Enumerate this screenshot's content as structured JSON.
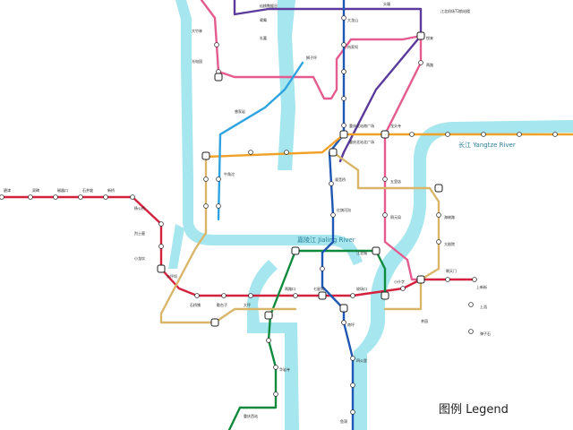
{
  "rivers": [
    {
      "name": "长江 Yangtze River",
      "color": "#a6e6ee"
    },
    {
      "name": "嘉陵江 Jialing River",
      "color": "#a6e6ee"
    }
  ],
  "lines": [
    {
      "id": "line-red",
      "color": "#d4213d"
    },
    {
      "id": "line-purple",
      "color": "#5b3a9c"
    },
    {
      "id": "line-pink",
      "color": "#e35b8f"
    },
    {
      "id": "line-green",
      "color": "#0f8a3c"
    },
    {
      "id": "line-blue",
      "color": "#1f58b4"
    },
    {
      "id": "line-orange",
      "color": "#f0a228"
    },
    {
      "id": "line-tan",
      "color": "#d9b56a"
    },
    {
      "id": "line-cyan",
      "color": "#2fa3e0"
    }
  ],
  "stations": [
    {
      "name": "碧津"
    },
    {
      "name": "双碑"
    },
    {
      "name": "磁器口"
    },
    {
      "name": "石井坡"
    },
    {
      "name": "新桥"
    },
    {
      "name": "杨公桥"
    },
    {
      "name": "烈士墓"
    },
    {
      "name": "小龙坎"
    },
    {
      "name": "沙坪坝"
    },
    {
      "name": "石桥铺"
    },
    {
      "name": "歇台子"
    },
    {
      "name": "大坪"
    },
    {
      "name": "两路口"
    },
    {
      "name": "七星岗"
    },
    {
      "name": "较场口"
    },
    {
      "name": "小什字"
    },
    {
      "name": "朝天门"
    },
    {
      "name": "上新街"
    },
    {
      "name": "南坪"
    },
    {
      "name": "四公里"
    },
    {
      "name": "观音桥"
    },
    {
      "name": "红旗河沟"
    },
    {
      "name": "大龙山"
    },
    {
      "name": "冉家坝"
    },
    {
      "name": "重庆北站南广场"
    },
    {
      "name": "重庆北站北广场"
    },
    {
      "name": "龙头寺"
    },
    {
      "name": "仙桃数据谷"
    },
    {
      "name": "鸳鸯"
    },
    {
      "name": "礼嘉"
    },
    {
      "name": "狮子坪"
    },
    {
      "name": "头塘"
    },
    {
      "name": "江北机场T2航站楼"
    },
    {
      "name": "悦来"
    },
    {
      "name": "两路"
    },
    {
      "name": "大竹林"
    },
    {
      "name": "光电园"
    },
    {
      "name": "五里店"
    },
    {
      "name": "铜元局"
    },
    {
      "name": "海峡路"
    },
    {
      "name": "大剧院"
    },
    {
      "name": "江北城"
    },
    {
      "name": "上浩"
    },
    {
      "name": "弹子石"
    },
    {
      "name": "茶园"
    },
    {
      "name": "鱼洞"
    },
    {
      "name": "重庆西站"
    },
    {
      "name": "华岩寺"
    },
    {
      "name": "牛角沱"
    },
    {
      "name": "曾家岩"
    }
  ],
  "legend": {
    "title": "图例 Legend"
  }
}
